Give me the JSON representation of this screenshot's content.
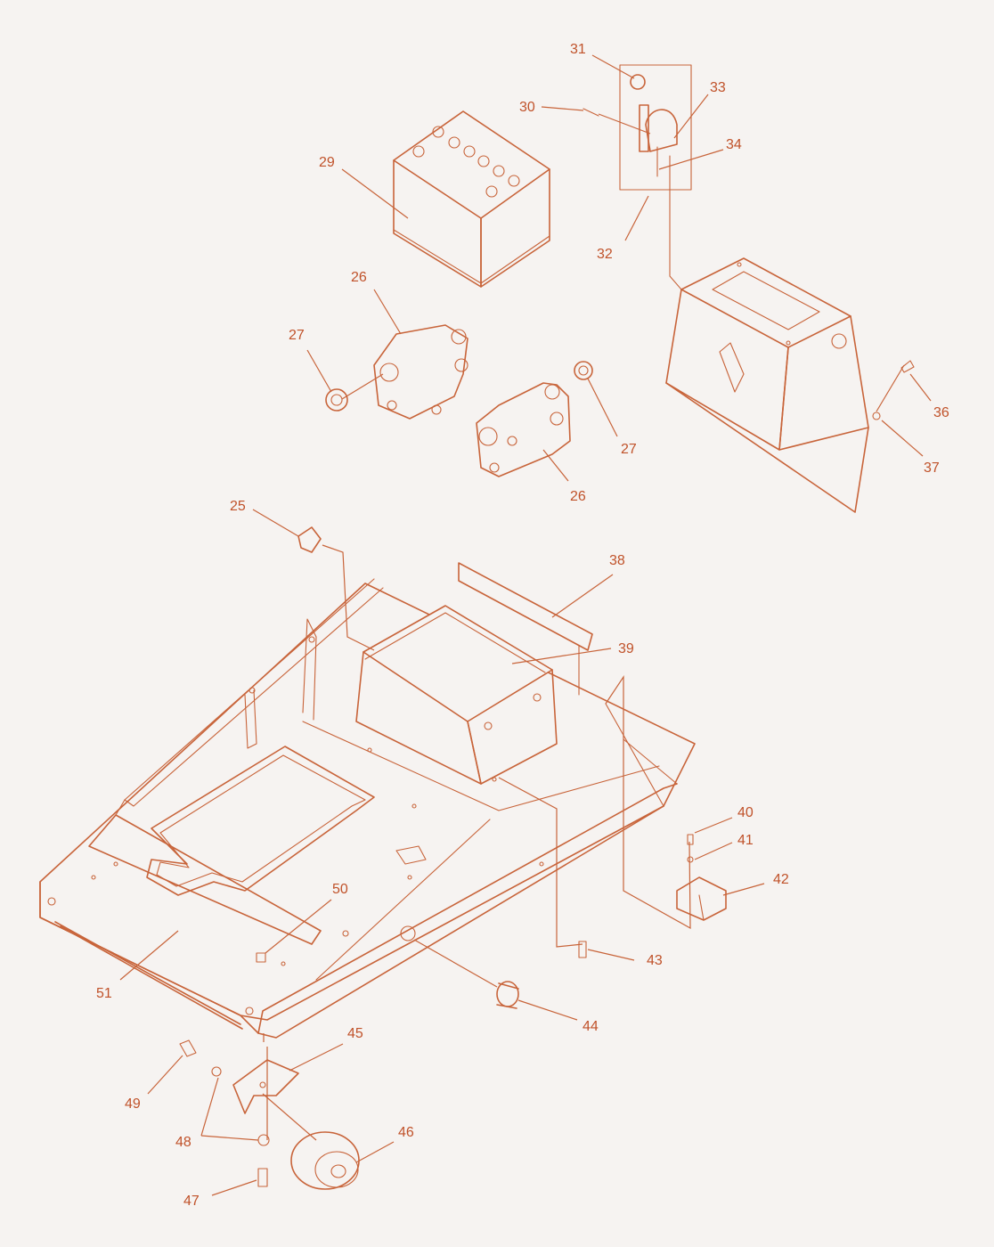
{
  "callouts": [
    {
      "id": "c25",
      "text": "25"
    },
    {
      "id": "c26a",
      "text": "26"
    },
    {
      "id": "c26b",
      "text": "26"
    },
    {
      "id": "c27a",
      "text": "27"
    },
    {
      "id": "c27b",
      "text": "27"
    },
    {
      "id": "c29",
      "text": "29"
    },
    {
      "id": "c30",
      "text": "30"
    },
    {
      "id": "c31",
      "text": "31"
    },
    {
      "id": "c32",
      "text": "32"
    },
    {
      "id": "c33",
      "text": "33"
    },
    {
      "id": "c34",
      "text": "34"
    },
    {
      "id": "c36",
      "text": "36"
    },
    {
      "id": "c37",
      "text": "37"
    },
    {
      "id": "c38",
      "text": "38"
    },
    {
      "id": "c39",
      "text": "39"
    },
    {
      "id": "c40",
      "text": "40"
    },
    {
      "id": "c41",
      "text": "41"
    },
    {
      "id": "c42",
      "text": "42"
    },
    {
      "id": "c43",
      "text": "43"
    },
    {
      "id": "c44",
      "text": "44"
    },
    {
      "id": "c45",
      "text": "45"
    },
    {
      "id": "c46",
      "text": "46"
    },
    {
      "id": "c47",
      "text": "47"
    },
    {
      "id": "c48",
      "text": "48"
    },
    {
      "id": "c49",
      "text": "49"
    },
    {
      "id": "c50",
      "text": "50"
    },
    {
      "id": "c51",
      "text": "51"
    }
  ],
  "colors": {
    "line": "#c8643a",
    "text": "#c0522a",
    "background": "#f6f3f1"
  }
}
